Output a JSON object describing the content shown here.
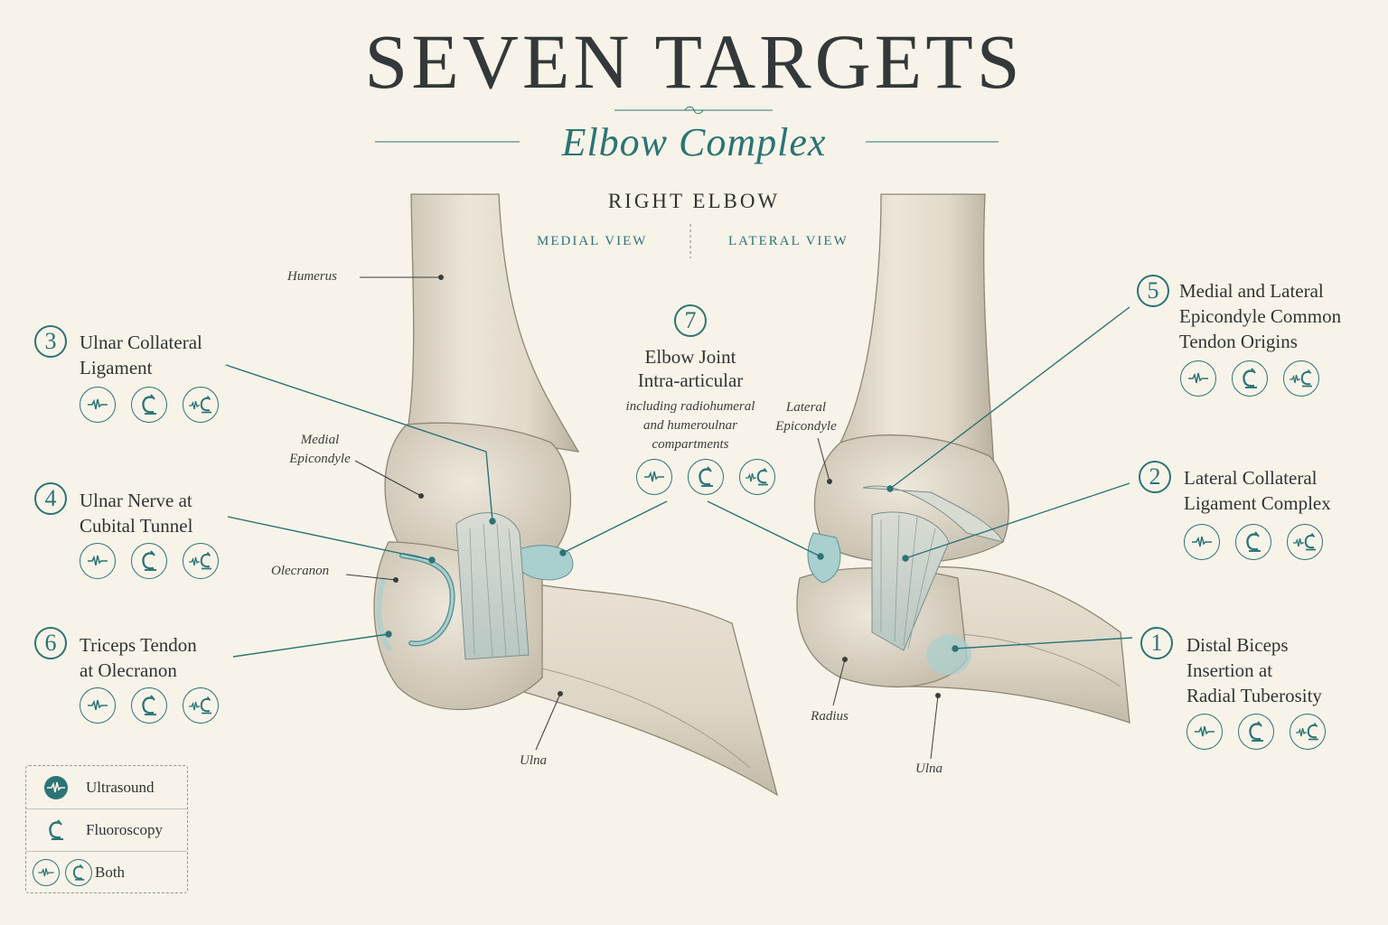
{
  "header": {
    "title": "SEVEN TARGETS",
    "subtitle": "Elbow Complex"
  },
  "views": {
    "title": "RIGHT ELBOW",
    "left": "MEDIAL VIEW",
    "right": "LATERAL VIEW"
  },
  "anatomy_labels": {
    "humerus": "Humerus",
    "medial_epicondyle": [
      "Medial",
      "Epicondyle"
    ],
    "olecranon": "Olecranon",
    "ulna_left": "Ulna",
    "lateral_epicondyle": [
      "Lateral",
      "Epicondyle"
    ],
    "radius": "Radius",
    "ulna_right": "Ulna"
  },
  "targets": [
    {
      "number": "3",
      "lines": [
        "Ulnar Collateral",
        "Ligament"
      ]
    },
    {
      "number": "4",
      "lines": [
        "Ulnar Nerve at",
        "Cubital Tunnel"
      ]
    },
    {
      "number": "6",
      "lines": [
        "Triceps Tendon",
        "at Olecranon"
      ]
    },
    {
      "number": "7",
      "lines": [
        "Elbow Joint",
        "Intra-articular"
      ],
      "sub": [
        "including radiohumeral",
        "and humeroulnar",
        "compartments"
      ]
    },
    {
      "number": "5",
      "lines": [
        "Medial and Lateral",
        "Epicondyle Common",
        "Tendon Origins"
      ]
    },
    {
      "number": "2",
      "lines": [
        "Lateral Collateral",
        "Ligament Complex"
      ]
    },
    {
      "number": "1",
      "lines": [
        "Distal Biceps",
        "Insertion at",
        "Radial Tuberosity"
      ]
    }
  ],
  "icons": {
    "ultrasound": "ultrasound-icon",
    "fluoroscopy": "fluoroscopy-icon",
    "both": "both-icon"
  },
  "legend": {
    "ultrasound": "Ultrasound",
    "fluoroscopy": "Fluoroscopy",
    "both": "Both"
  },
  "colors": {
    "accent": "#2a7476",
    "background": "#f8f3e8",
    "bone": "#e6dfd0",
    "cartilage": "#a9cfce",
    "ink": "#2f3433"
  }
}
